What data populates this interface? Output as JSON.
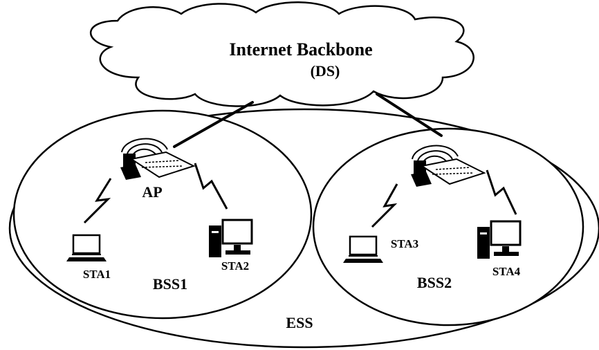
{
  "cloud": {
    "title": "Internet Backbone",
    "subtitle": "(DS)"
  },
  "ess_label": "ESS",
  "bss1": {
    "label": "BSS1",
    "ap_label": "AP",
    "stations": [
      "STA1",
      "STA2"
    ]
  },
  "bss2": {
    "label": "BSS2",
    "stations": [
      "STA3",
      "STA4"
    ]
  },
  "icons": {
    "cloud": "cloud-icon",
    "access_point": "wireless-router-icon",
    "laptop": "laptop-icon",
    "desktop": "desktop-computer-icon",
    "wireless_link": "lightning-bolt-icon"
  }
}
